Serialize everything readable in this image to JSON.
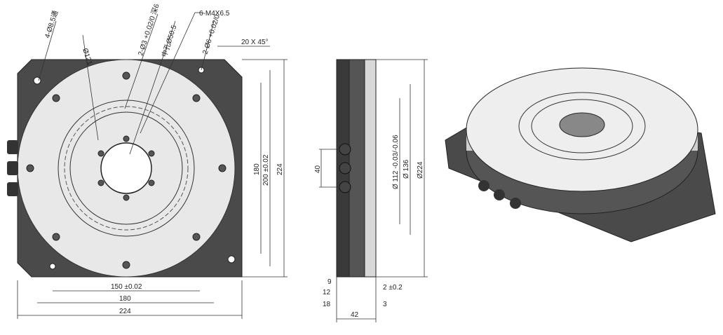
{
  "front_view": {
    "callouts": {
      "holes_through": "4-Ø8.5通",
      "bolt_circle": "Ø121",
      "pin_holes": "2-Ø3 +0.02/0 深6",
      "center_hole": "中孔Ø50.5",
      "threads": "6-M4X6.5",
      "dowel_holes": "2-Ø6 +0.02/0",
      "chamfer": "20 X 45°"
    },
    "dimensions": {
      "width_inner": "150 ±0.02",
      "width_mid": "180",
      "width_total": "224",
      "height_inner": "180",
      "height_mid": "200 ±0.02",
      "height_total": "224"
    }
  },
  "side_view": {
    "dimensions": {
      "connector_pitch": "40",
      "dia_112": "Ø 112 -0.03/-0.06",
      "dia_136": "Ø 136",
      "dia_224": "Ø224",
      "t9": "9",
      "t12": "12",
      "t18": "18",
      "t42": "42",
      "step_2": "2 ±0.2",
      "step_3": "3"
    }
  }
}
